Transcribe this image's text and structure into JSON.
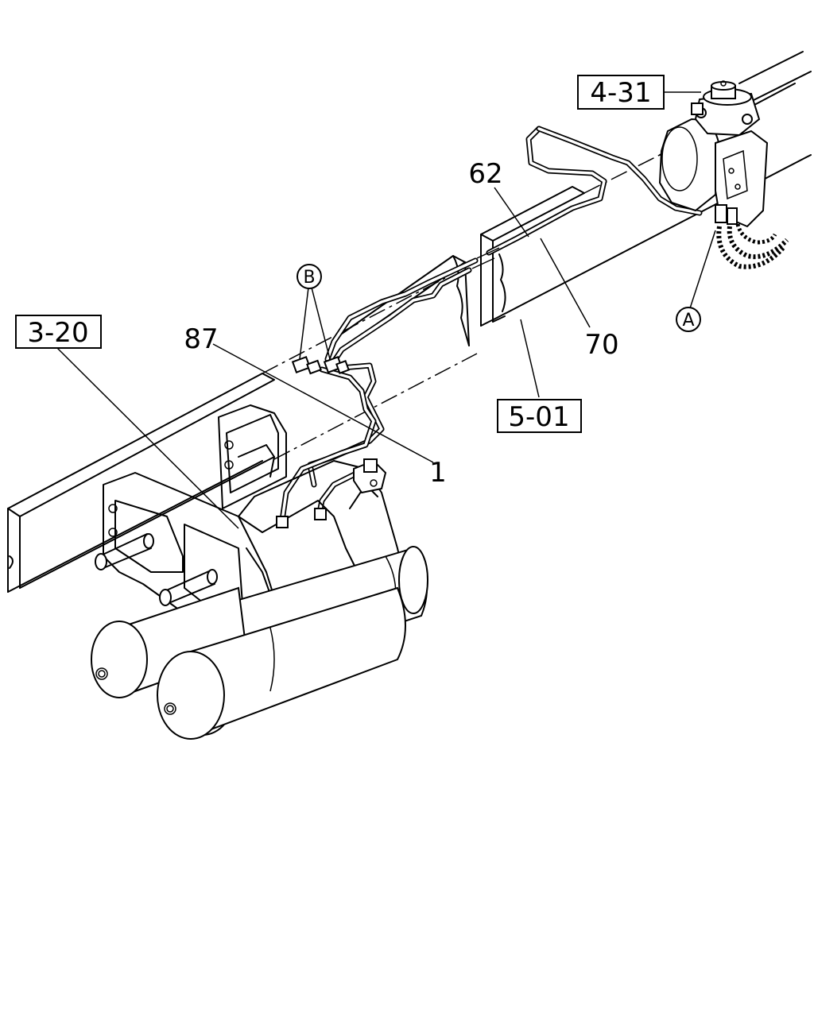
{
  "callouts": {
    "ref_4_31": "4-31",
    "ref_3_20": "3-20",
    "ref_5_01": "5-01",
    "part_62": "62",
    "part_70": "70",
    "part_87": "87",
    "part_1": "1",
    "detail_a": "A",
    "detail_b": "B"
  }
}
